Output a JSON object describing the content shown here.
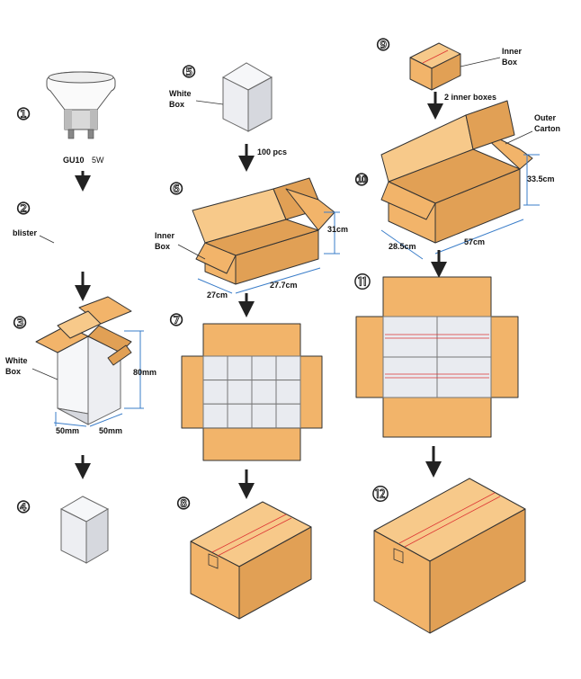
{
  "steps": {
    "s1": "①",
    "s2": "②",
    "s3": "③",
    "s4": "④",
    "s5": "⑤",
    "s6": "⑥",
    "s7": "⑦",
    "s8": "⑧",
    "s9": "⑨",
    "s10": "⑩",
    "s11": "⑪",
    "s12": "⑫"
  },
  "bulb": {
    "model": "GU10",
    "power": "5W"
  },
  "labels": {
    "blister": "blister",
    "white_box_3": [
      "White",
      "Box"
    ],
    "white_box_5": [
      "White",
      "Box"
    ],
    "inner_box_6": [
      "Inner",
      "Box"
    ],
    "inner_box_9": [
      "Inner",
      "Box"
    ],
    "outer_carton": [
      "Outer",
      "Carton"
    ],
    "qty_100": "100  pcs",
    "qty_2": "2  inner boxes"
  },
  "dimensions": {
    "wb_height": "80mm",
    "wb_w1": "50mm",
    "wb_w2": "50mm",
    "ib_h": "31cm",
    "ib_w": "27cm",
    "ib_l": "27.7cm",
    "oc_h": "33.5cm",
    "oc_w": "28.5cm",
    "oc_l": "57cm"
  }
}
